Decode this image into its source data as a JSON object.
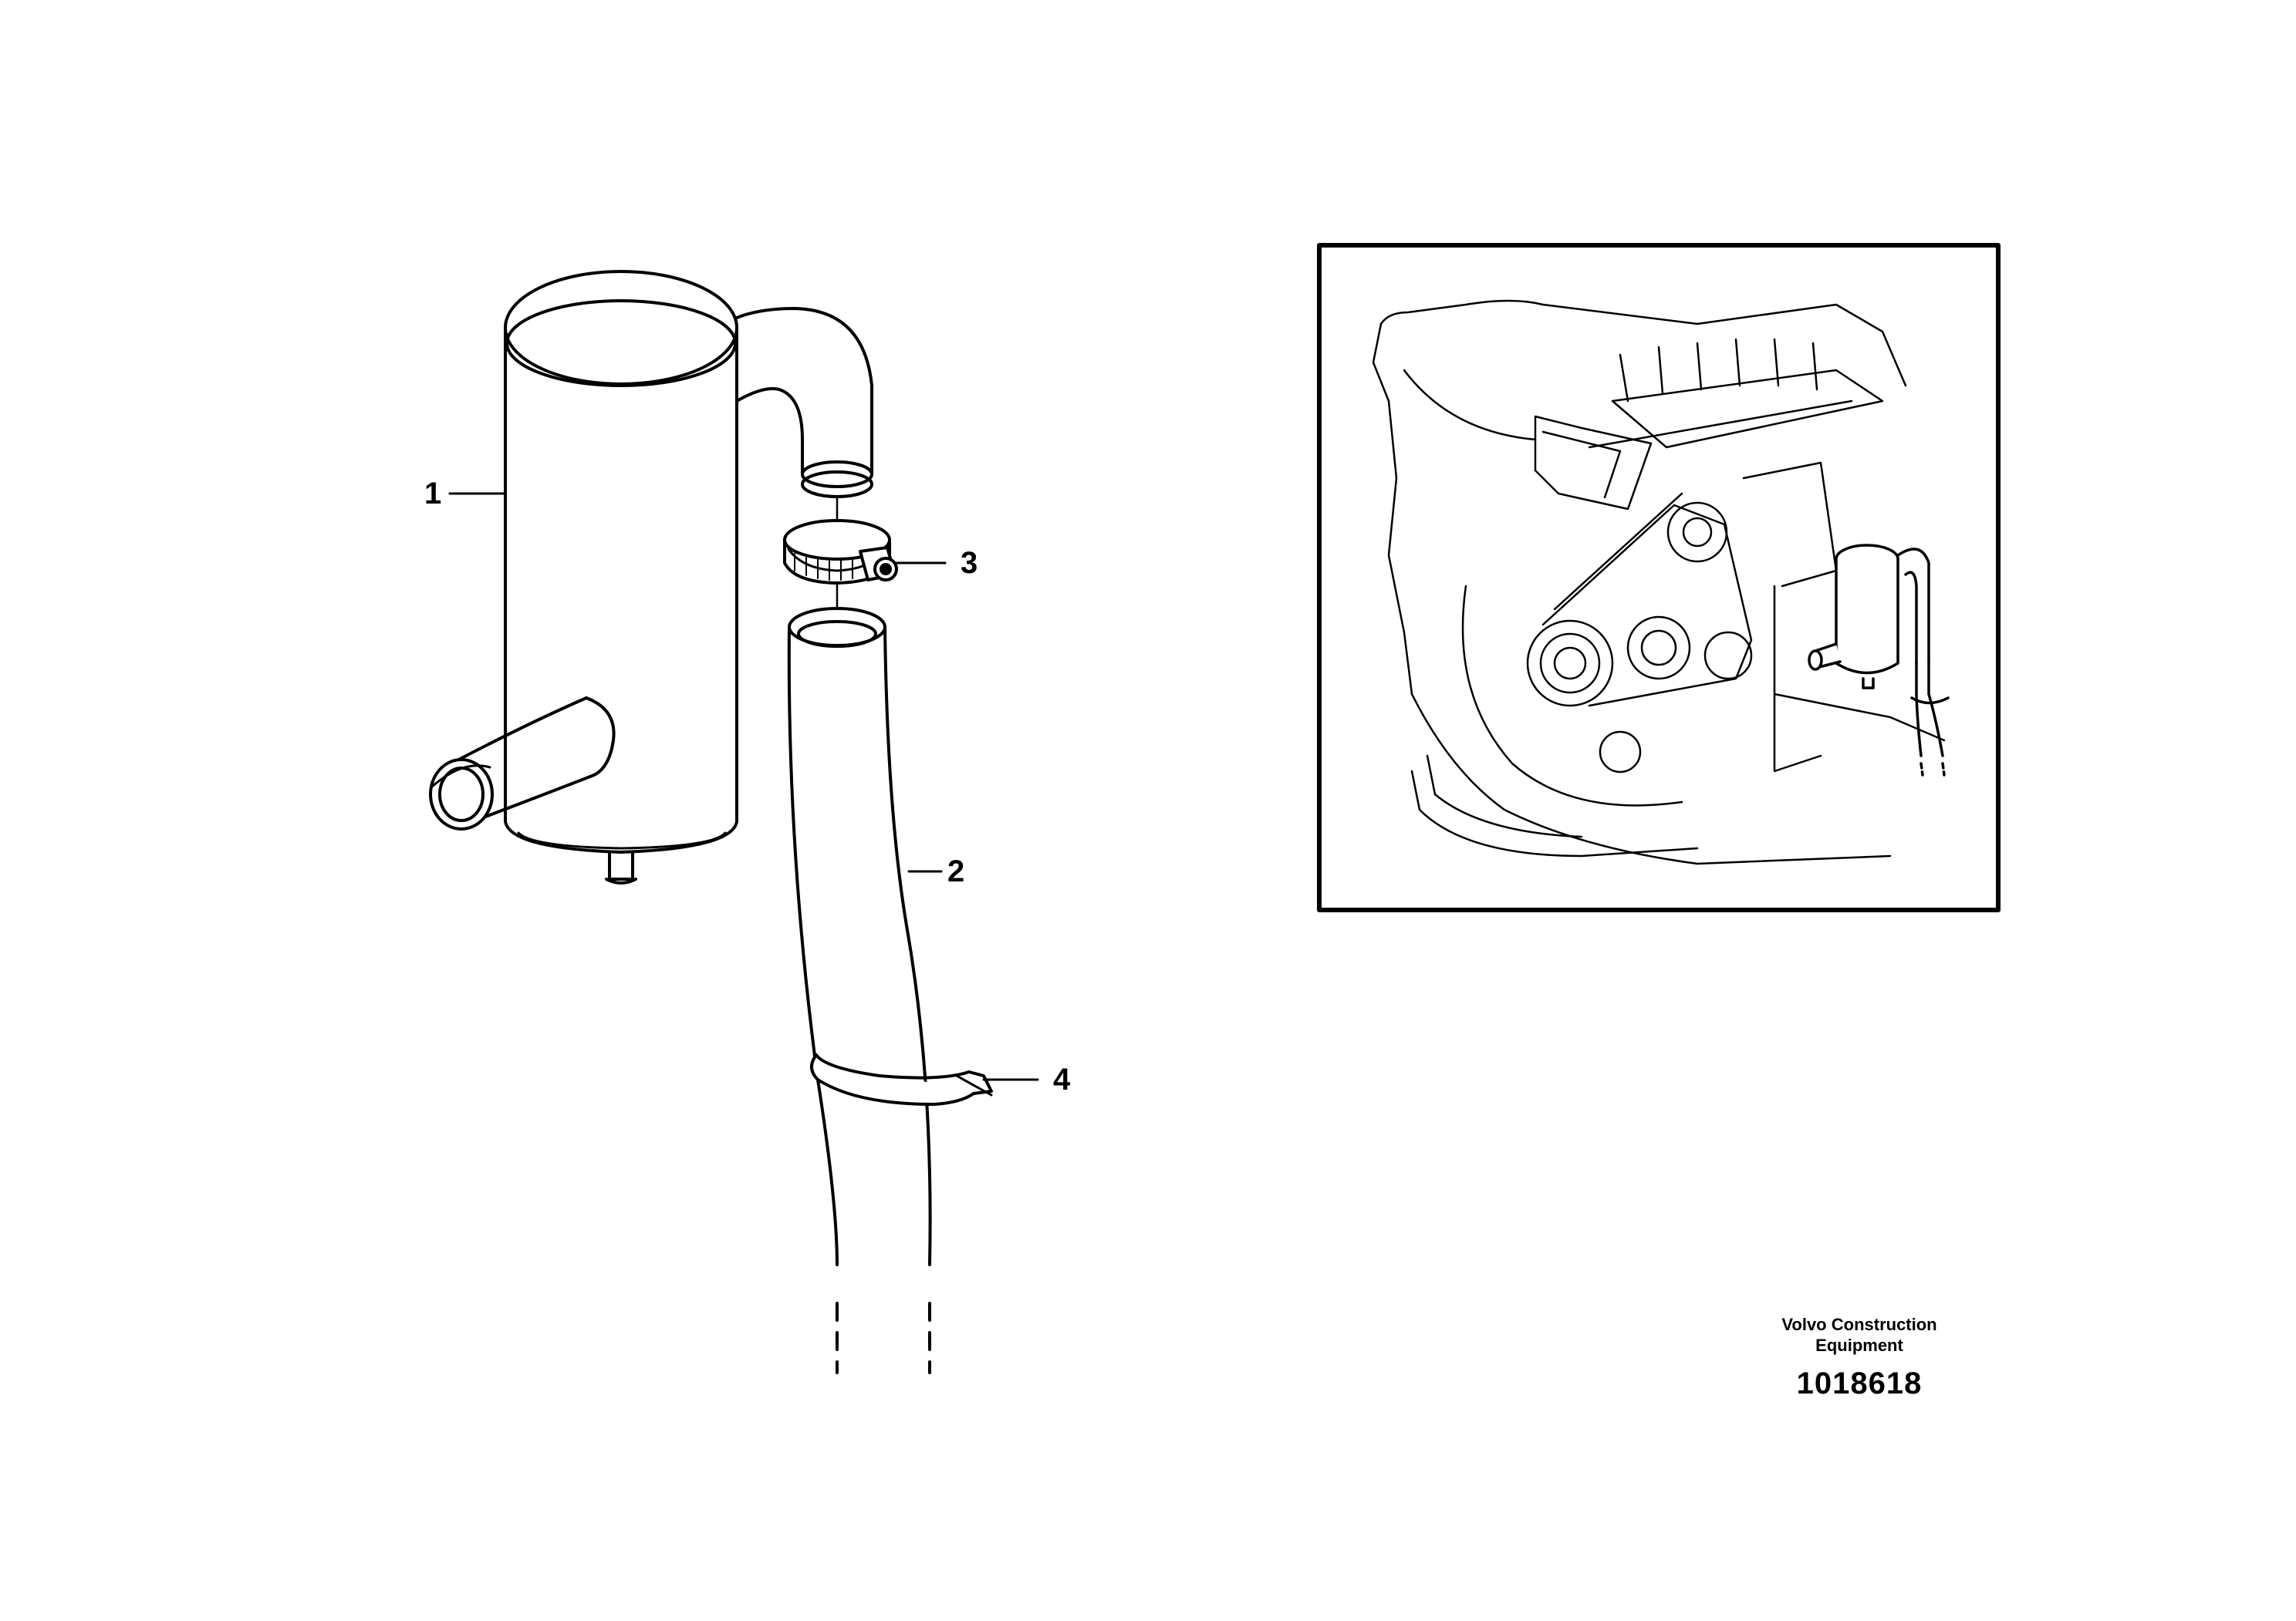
{
  "callouts": [
    {
      "id": "1",
      "label": "1"
    },
    {
      "id": "2",
      "label": "2"
    },
    {
      "id": "3",
      "label": "3"
    },
    {
      "id": "4",
      "label": "4"
    }
  ],
  "credit": {
    "maker_line1": "Volvo Construction",
    "maker_line2": "Equipment",
    "part_number": "1018618"
  }
}
